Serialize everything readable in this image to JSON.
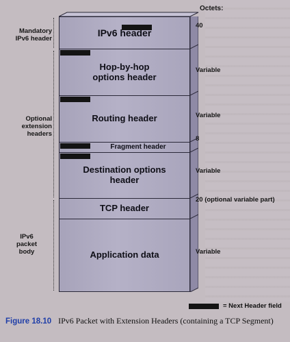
{
  "octets_title": "Octets:",
  "left_labels": {
    "mandatory": "Mandatory\nIPv6 header",
    "optional": "Optional\nextension\nheaders",
    "body": "IPv6\npacket\nbody"
  },
  "segments": [
    {
      "label": "IPv6 header",
      "octets": "40"
    },
    {
      "label": "Hop-by-hop\noptions header",
      "octets": "Variable"
    },
    {
      "label": "Routing header",
      "octets": "Variable"
    },
    {
      "label": "Fragment header",
      "octets": "8"
    },
    {
      "label": "Destination options\nheader",
      "octets": "Variable"
    },
    {
      "label": "TCP header",
      "octets": "20 (optional variable part)"
    },
    {
      "label": "Application data",
      "octets": "Variable"
    }
  ],
  "legend": "= Next Header field",
  "caption": {
    "figure": "Figure 18.10",
    "text": "IPv6 Packet with Extension Headers (containing a TCP Segment)"
  },
  "colors": {
    "header_fill": "#aeaac1",
    "next_header_bar": "#141414",
    "caption_accent": "#1f3ea8"
  }
}
